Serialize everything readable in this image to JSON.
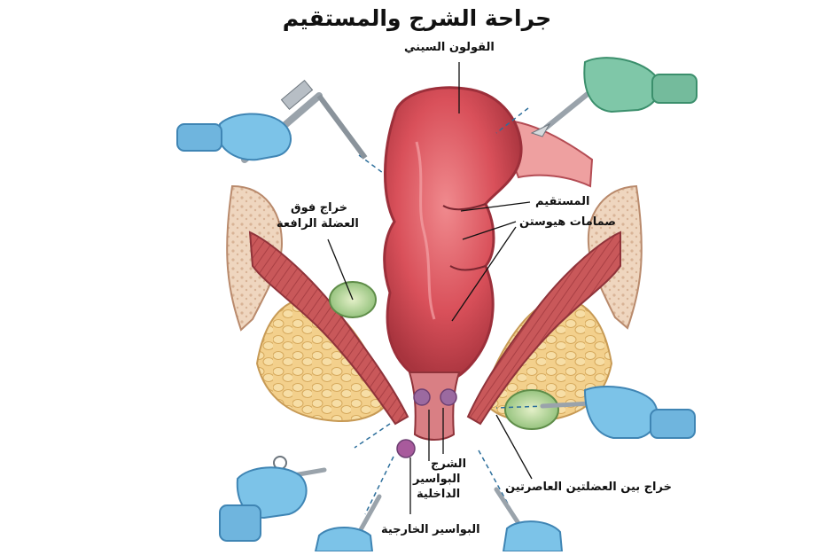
{
  "title": "جراحة الشرج والمستقيم",
  "labels": {
    "sigmoid_colon": "القولون السيني",
    "supralevator_abscess_line1": "خراج فوق",
    "supralevator_abscess_line2": "العضلة الرافعة",
    "rectum": "المستقيم",
    "houston_valves": "صمامات هيوستن",
    "anus": "الشرج",
    "internal_hemorrhoids_line1": "البواسير",
    "internal_hemorrhoids_line2": "الداخلية",
    "intersphincteric_abscess": "خراج بين العضلتين العاصرتين",
    "external_hemorrhoids": "البواسير الخارجية"
  },
  "colors": {
    "glove": "#7cc3e8",
    "glove_dark": "#4e9fcf",
    "bowel": "#d9505a",
    "bowel_light": "#ee8a8a",
    "muscle": "#c85a55",
    "fat": "#f3d08c",
    "abscess": "#b9d79a",
    "bone": "#f1d9c4",
    "instrument": "#9aa3ab"
  },
  "icons": [
    "speculum-icon",
    "scalpel-icon",
    "forceps-icon"
  ]
}
